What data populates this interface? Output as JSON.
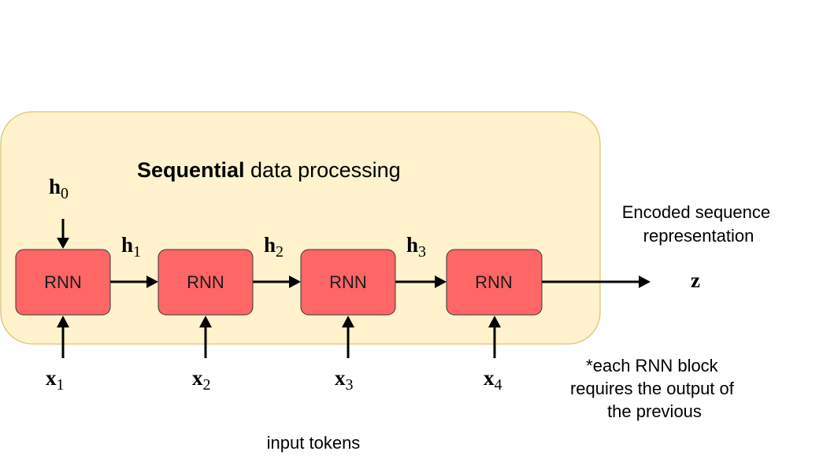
{
  "title": {
    "bold": "Sequential",
    "rest": " data processing"
  },
  "blocks": [
    {
      "label": "RNN"
    },
    {
      "label": "RNN"
    },
    {
      "label": "RNN"
    },
    {
      "label": "RNN"
    }
  ],
  "initial_state": {
    "symbol": "h",
    "sub": "0"
  },
  "hidden_states": [
    {
      "symbol": "h",
      "sub": "1"
    },
    {
      "symbol": "h",
      "sub": "2"
    },
    {
      "symbol": "h",
      "sub": "3"
    }
  ],
  "inputs": [
    {
      "symbol": "x",
      "sub": "1"
    },
    {
      "symbol": "x",
      "sub": "2"
    },
    {
      "symbol": "x",
      "sub": "3"
    },
    {
      "symbol": "x",
      "sub": "4"
    }
  ],
  "output": {
    "symbol": "z"
  },
  "output_caption": [
    "Encoded sequence",
    "representation"
  ],
  "footnote": [
    "*each RNN block",
    "requires the output of",
    "the previous"
  ],
  "input_caption": "input tokens",
  "colors": {
    "panel_fill": "#fff2cc",
    "panel_stroke": "#d6b656",
    "block_fill": "#ff6666",
    "block_stroke": "#36393d"
  }
}
